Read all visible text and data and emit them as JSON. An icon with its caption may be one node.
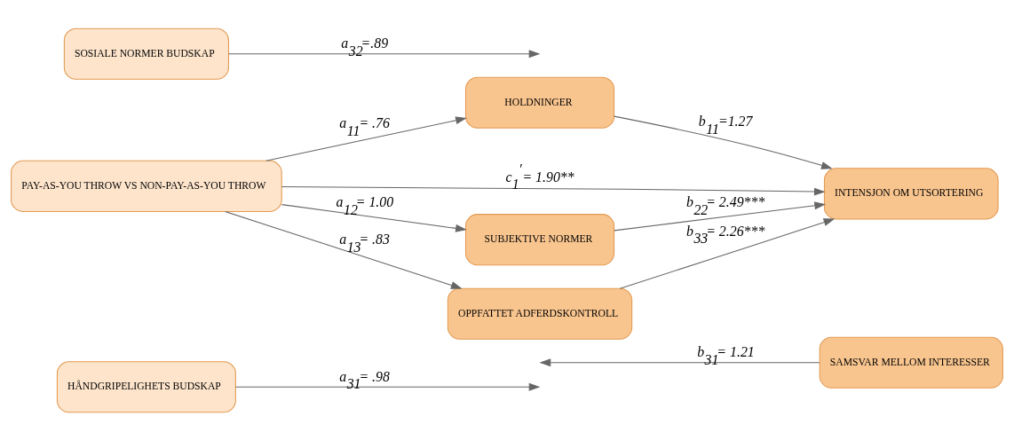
{
  "diagram": {
    "nodes": [
      {
        "text": [
          "HÅNDGRIPELIGHETS BUDSKAP"
        ]
      },
      {
        "text": [
          "SAMSVAR MELLOM INTERESSER"
        ]
      },
      {
        "text": [
          "HOLDNINGER"
        ]
      },
      {
        "text": [
          "PAY-AS-YOU THROW VS NON-PAY-AS-YOU THROW"
        ]
      },
      {
        "text": [
          "INTENSJON OM UTSORTERING"
        ]
      },
      {
        "text": [
          "SUBJEKTIVE NORMER"
        ]
      },
      {
        "text": [
          "SOSIALE NORMER BUDSKAP"
        ]
      },
      {
        "text": [
          "OPPFATTET ADFERDSKONTROLL"
        ]
      }
    ],
    "edges": [
      {
        "from": 0,
        "to": null,
        "arrow": "to",
        "label": "a$_{31}$= .98"
      },
      {
        "from": 1,
        "to": null,
        "arrow": "to",
        "label": "b$_{31}$= 1.21"
      },
      {
        "from": 3,
        "to": 2,
        "arrow": "to",
        "label": "a$_{11}$= .76"
      },
      {
        "from": 2,
        "to": 4,
        "arrow": "to",
        "label": "b$_{11}$=1.27"
      },
      {
        "from": 3,
        "to": 4,
        "arrow": "to",
        "label": "c$_{1}$$^{′}$= 1.90**"
      },
      {
        "from": 3,
        "to": 5,
        "arrow": "to",
        "label": "a$_{12}$= 1.00"
      },
      {
        "from": 5,
        "to": 4,
        "arrow": "to",
        "label": "b$_{22}$= 2.49***"
      },
      {
        "from": 3,
        "to": 7,
        "arrow": "to",
        "label": "a$_{13}$= .83"
      },
      {
        "from": 7,
        "to": 4,
        "arrow": "to",
        "label": "b$_{33}$= 2.26***"
      },
      {
        "from": 6,
        "to": null,
        "arrow": "to",
        "label": "a$_{32}$=.89"
      }
    ]
  }
}
